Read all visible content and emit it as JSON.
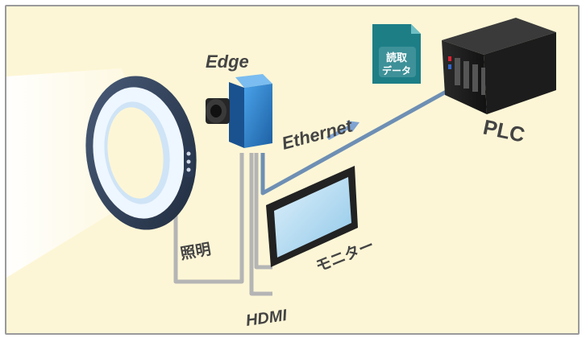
{
  "labels": {
    "edge": "Edge",
    "ethernet": "Ethernet",
    "plc": "PLC",
    "lighting": "照明",
    "hdmi": "HDMI",
    "monitor": "モニター",
    "read_data_line1": "読取",
    "read_data_line2": "データ"
  },
  "colors": {
    "background": "#fdf6d6",
    "frame": "#9a9a9a",
    "cable": "#b5b5b5",
    "ethernet_cable": "#6e8fb4",
    "camera_body": "#2f7fc8",
    "data_icon": "#1d7e86",
    "label_text": "#444444"
  },
  "icons": [
    "ring-light-icon",
    "edge-camera-icon",
    "monitor-icon",
    "plc-server-icon",
    "data-document-icon",
    "arrow-right-icon"
  ]
}
